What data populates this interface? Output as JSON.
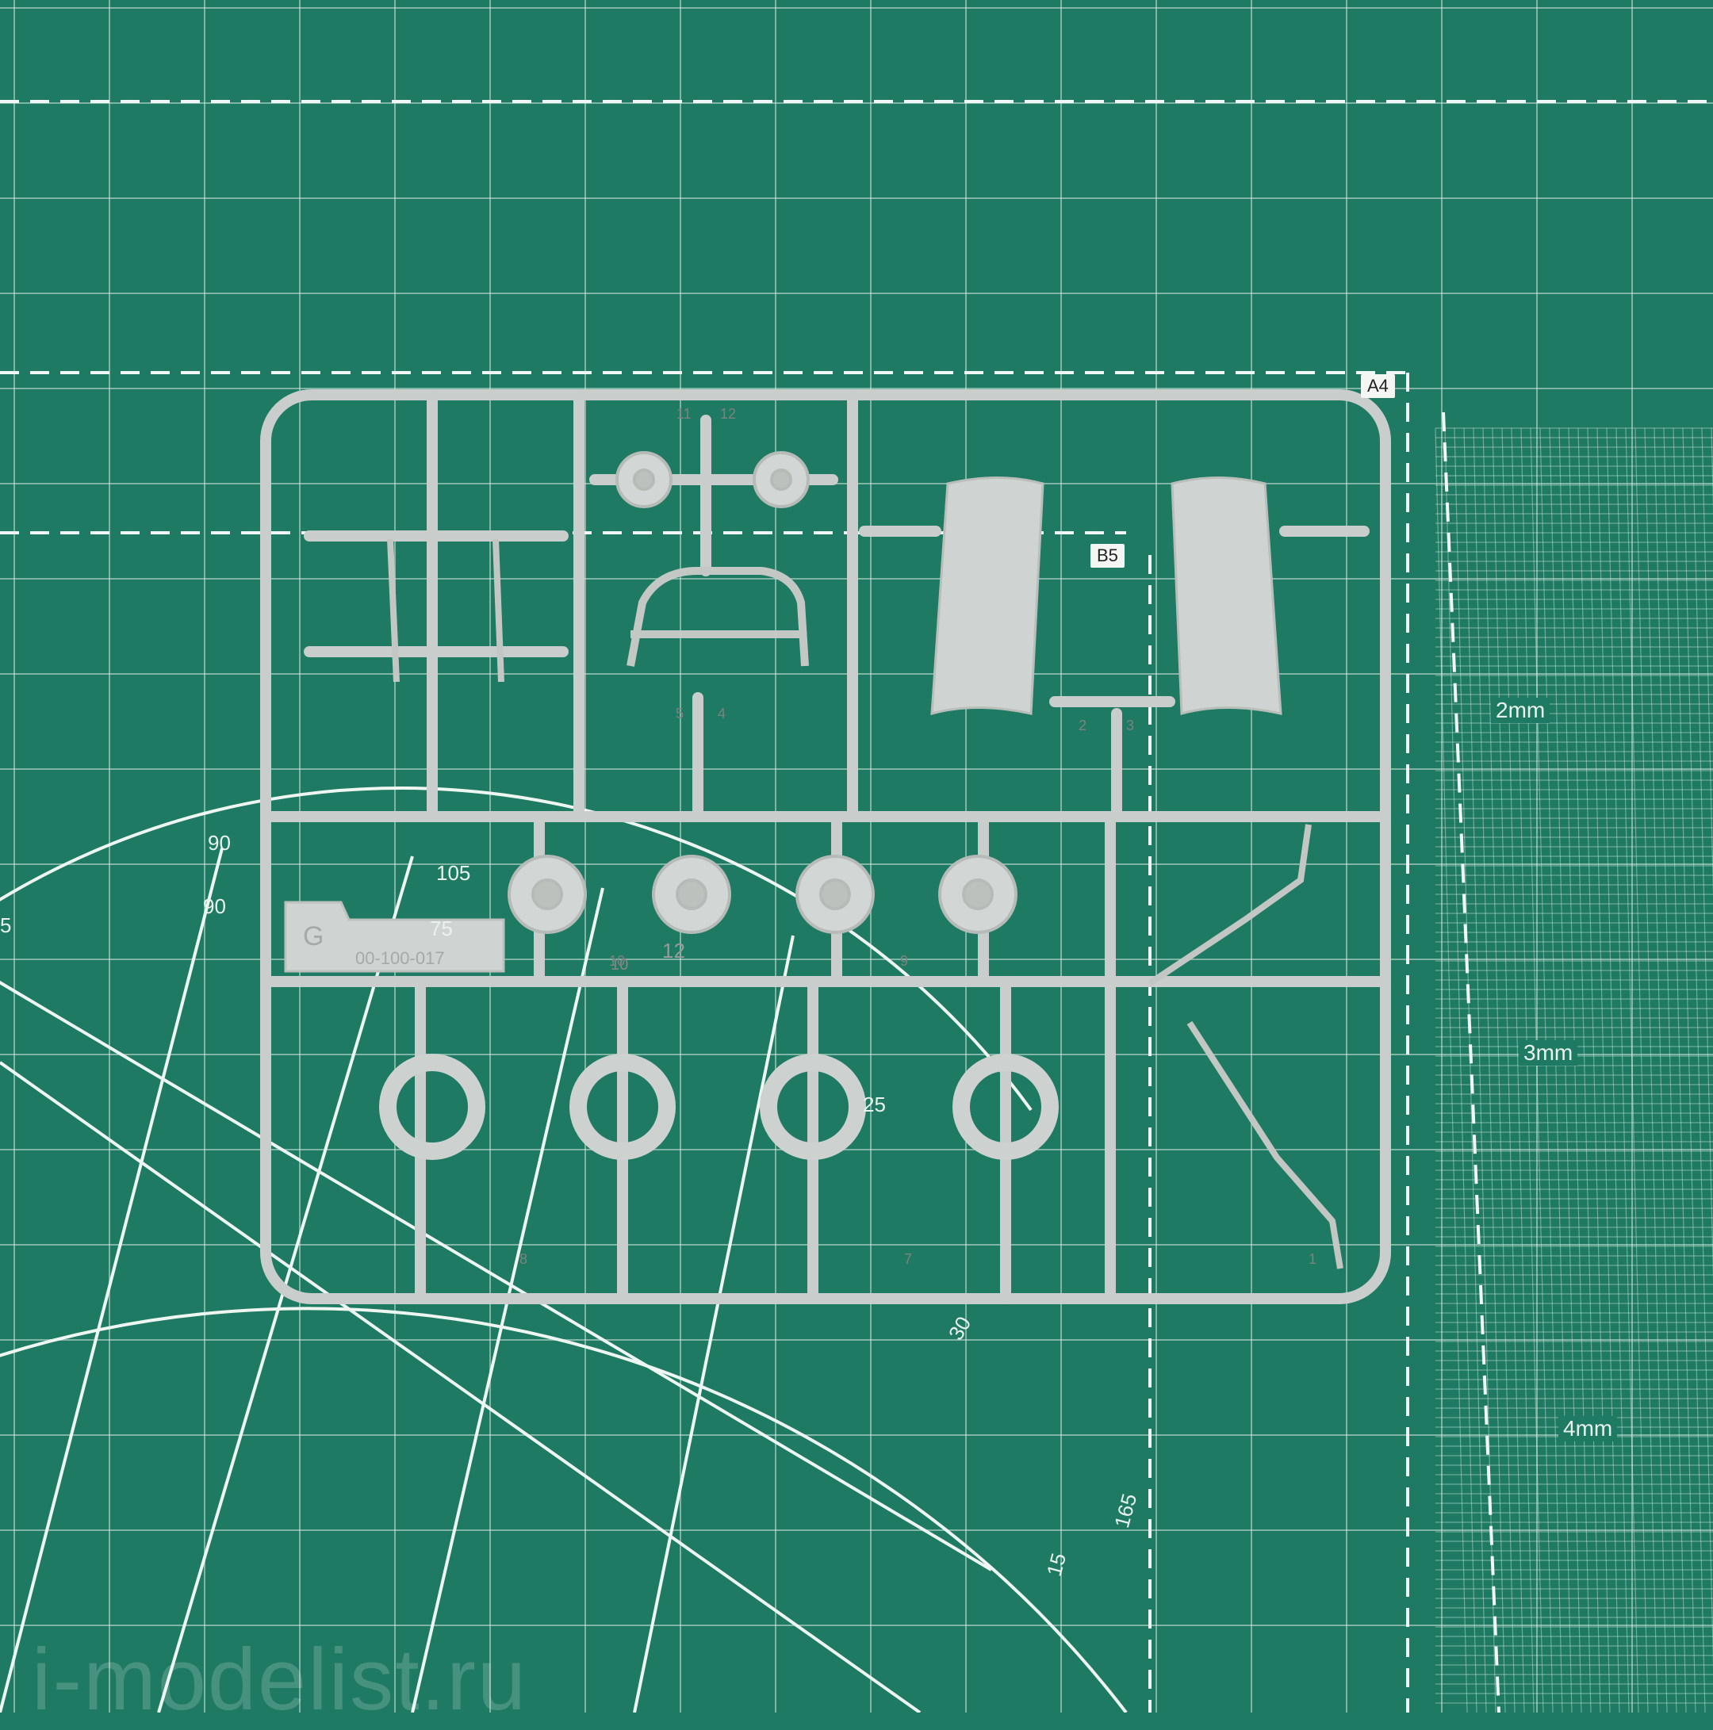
{
  "mat": {
    "color": "#1f7a63",
    "line_color": "#d9ece4",
    "paper_labels": [
      "A4",
      "B5"
    ],
    "mm_labels": [
      "2mm",
      "3mm",
      "4mm"
    ],
    "scale_labels": [
      "90",
      "90",
      "105",
      "75",
      "5",
      "12",
      "10",
      "25",
      "30",
      "165",
      "15"
    ]
  },
  "sprue": {
    "color": "#c9cdcb",
    "letter": "G",
    "code": "00-100-017",
    "part_numbers": [
      "11",
      "12",
      "5",
      "4",
      "2",
      "3",
      "10",
      "9",
      "8",
      "7",
      "1"
    ]
  },
  "watermark": "i-modelist.ru"
}
